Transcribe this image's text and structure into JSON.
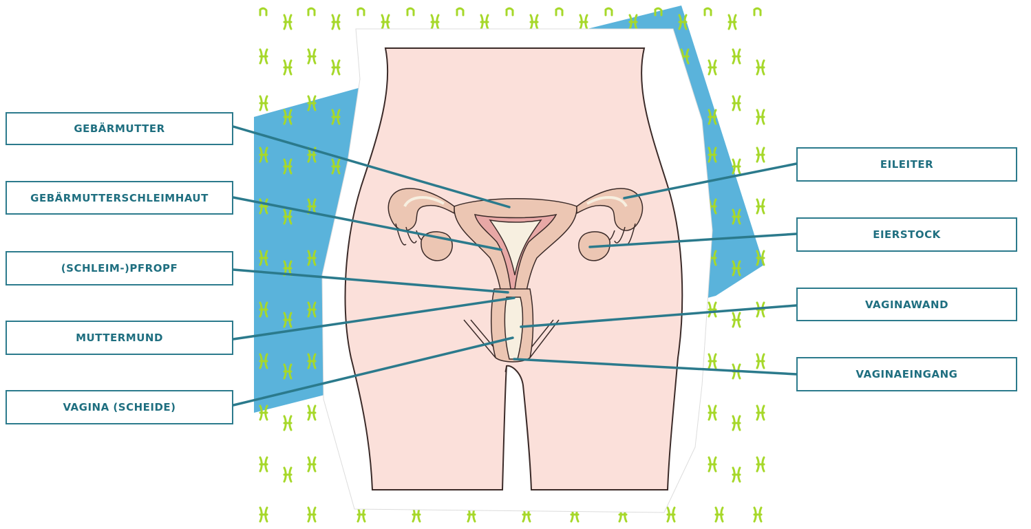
{
  "labels": {
    "left": [
      "Gebärmutter",
      "Gebärmutterschleimhaut",
      "(Schleim-)Pfropf",
      "Muttermund",
      "Vagina (Scheide)"
    ],
    "right": [
      "Eileiter",
      "Eierstock",
      "Vaginawand",
      "Vaginaeingang"
    ]
  },
  "colors": {
    "label_border": "#2b7a8c",
    "label_text": "#1f6f80",
    "leader_line": "#2b7a8c",
    "background_blue": "#5ab3db",
    "pattern_green": "#a6d82a",
    "skin": "#fbe0da",
    "skin_outline": "#3a2a28",
    "organ_tan": "#ecc6b3",
    "organ_pink": "#e8a8a6",
    "organ_cream": "#f7efe0"
  }
}
